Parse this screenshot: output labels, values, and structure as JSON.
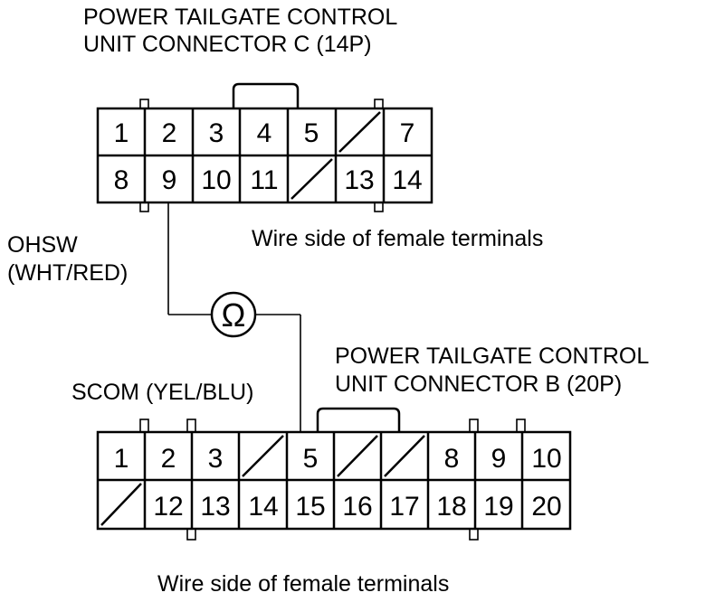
{
  "connector_c": {
    "title_line1": "POWER TAILGATE CONTROL",
    "title_line2": "UNIT CONNECTOR C (14P)",
    "caption": "Wire side of female terminals",
    "row1": [
      "1",
      "2",
      "3",
      "4",
      "5",
      "",
      "7"
    ],
    "row2": [
      "8",
      "9",
      "10",
      "11",
      "",
      "13",
      "14"
    ]
  },
  "connector_b": {
    "title_line1": "POWER TAILGATE CONTROL",
    "title_line2": "UNIT CONNECTOR B (20P)",
    "caption": "Wire side of female terminals",
    "row1": [
      "1",
      "2",
      "3",
      "",
      "5",
      "",
      "",
      "8",
      "9",
      "10"
    ],
    "row2": [
      "",
      "12",
      "13",
      "14",
      "15",
      "16",
      "17",
      "18",
      "19",
      "20"
    ]
  },
  "wires": {
    "ohsw_line1": "OHSW",
    "ohsw_line2": "(WHT/RED)",
    "scom": "SCOM (YEL/BLU)"
  },
  "meter": {
    "symbol": "Ω"
  }
}
